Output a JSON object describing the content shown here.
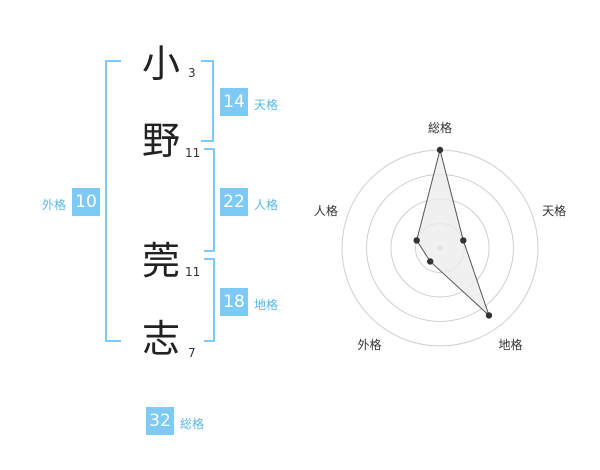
{
  "name": {
    "characters": [
      {
        "char": "小",
        "strokes": "3"
      },
      {
        "char": "野",
        "strokes": "11"
      },
      {
        "char": "莞",
        "strokes": "11"
      },
      {
        "char": "志",
        "strokes": "7"
      }
    ]
  },
  "kaku": {
    "tenkaku": {
      "value": "14",
      "label": "天格"
    },
    "jinkaku": {
      "value": "22",
      "label": "人格"
    },
    "chikaku": {
      "value": "18",
      "label": "地格"
    },
    "gaikaku": {
      "value": "10",
      "label": "外格"
    },
    "soukaku": {
      "value": "32",
      "label": "総格"
    }
  },
  "chart_data": {
    "type": "radar",
    "axes": [
      "総格",
      "天格",
      "地格",
      "外格",
      "人格"
    ],
    "values": [
      1.0,
      0.25,
      0.85,
      0.17,
      0.25
    ],
    "rings": 4,
    "colors": {
      "ring": "#cfcfcf",
      "fill": "#ececec",
      "line": "#555555",
      "point": "#333333"
    }
  }
}
